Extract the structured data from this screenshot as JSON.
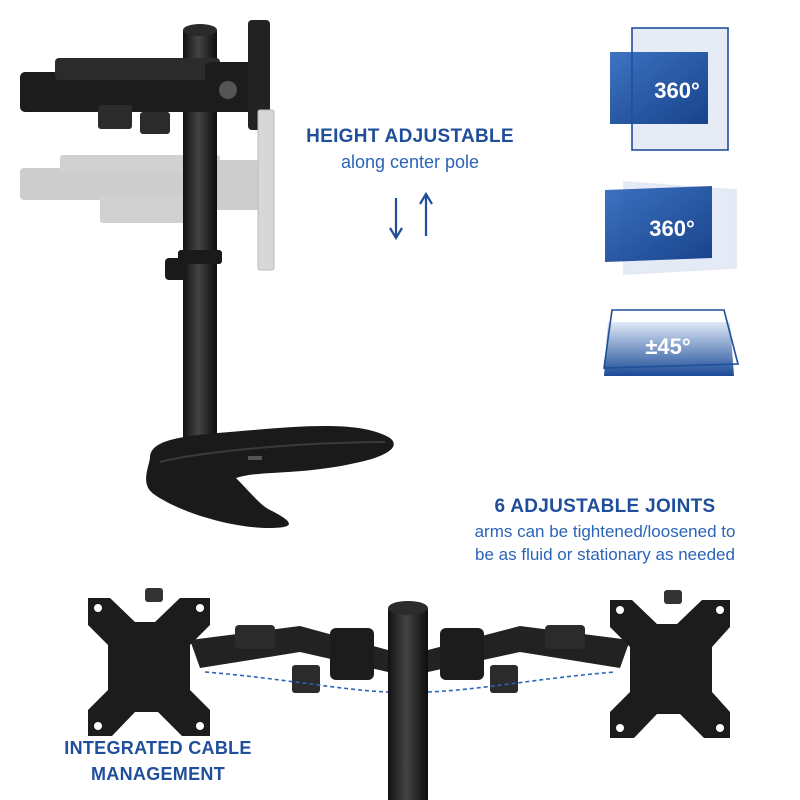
{
  "height": {
    "title": "HEIGHT ADJUSTABLE",
    "subtitle": "along center pole"
  },
  "joints": {
    "title": "6 ADJUSTABLE JOINTS",
    "line1": "arms can be tightened/loosened to",
    "line2": "be as fluid or stationary as needed"
  },
  "cable": {
    "line1": "INTEGRATED CABLE",
    "line2": "MANAGEMENT"
  },
  "badges": {
    "rotate": "360°",
    "swivel": "360°",
    "tilt": "±45°"
  },
  "colors": {
    "accent": "#1f4e9a",
    "accent_light": "#2a64b8",
    "dark_blue": "#1a4a96",
    "metal": "#1c1c1c"
  }
}
